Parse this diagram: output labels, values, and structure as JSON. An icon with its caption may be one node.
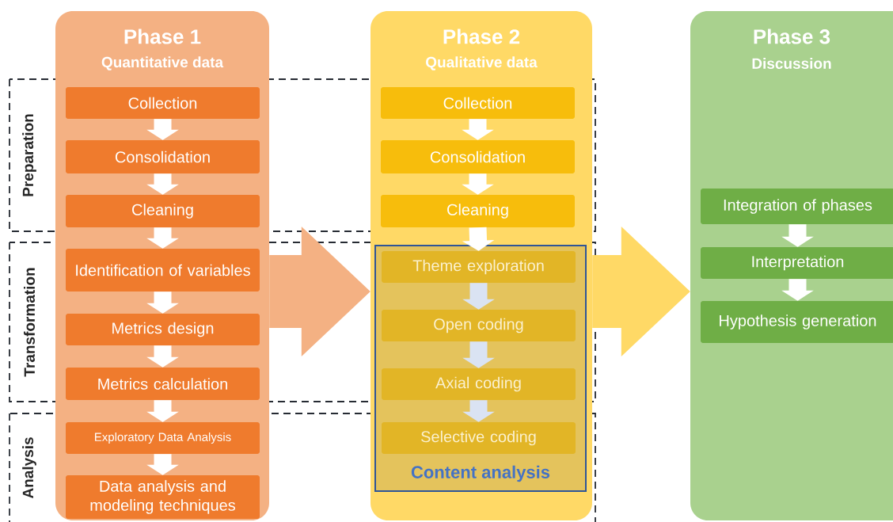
{
  "diagram": {
    "nodes": [
      {
        "text": [
          "Phase 1",
          "Quantitative data"
        ]
      },
      {
        "text": [
          "Collection"
        ],
        "in": 0
      },
      {
        "text": [
          "Consolidation"
        ],
        "in": 0
      },
      {
        "text": [
          "Cleaning"
        ],
        "in": 0
      },
      {
        "text": [
          "Identification of variables"
        ],
        "in": 0
      },
      {
        "text": [
          "Metrics design"
        ],
        "in": 0
      },
      {
        "text": [
          "Metrics calculation"
        ],
        "in": 0
      },
      {
        "text": [
          "Exploratory Data Analysis"
        ],
        "in": 0
      },
      {
        "text": [
          "Data analysis and modeling techniques"
        ],
        "in": 0
      },
      {
        "text": [
          "Phase 2",
          "Qualitative data"
        ]
      },
      {
        "text": [
          "Collection"
        ],
        "in": 9
      },
      {
        "text": [
          "Consolidation"
        ],
        "in": 9
      },
      {
        "text": [
          "Cleaning"
        ],
        "in": 9
      },
      {
        "text": [
          "Content analysis"
        ],
        "in": 9
      },
      {
        "text": [
          "Theme exploration"
        ],
        "in": 13
      },
      {
        "text": [
          "Open coding"
        ],
        "in": 13
      },
      {
        "text": [
          "Axial coding"
        ],
        "in": 13
      },
      {
        "text": [
          "Selective coding"
        ],
        "in": 13
      },
      {
        "text": [
          "Phase 3",
          "Discussion"
        ]
      },
      {
        "text": [
          "Integration of phases"
        ],
        "in": 18
      },
      {
        "text": [
          "Interpretation"
        ],
        "in": 18
      },
      {
        "text": [
          "Hypothesis generation"
        ],
        "in": 18
      }
    ],
    "labels": [
      "Preparation",
      "Transformation",
      "Analysis"
    ],
    "edges": [
      {
        "from": 1,
        "to": 2,
        "arrow": "to"
      },
      {
        "from": 2,
        "to": 3,
        "arrow": "to"
      },
      {
        "from": 3,
        "to": 4,
        "arrow": "to"
      },
      {
        "from": 4,
        "to": 5,
        "arrow": "to"
      },
      {
        "from": 5,
        "to": 6,
        "arrow": "to"
      },
      {
        "from": 6,
        "to": 7,
        "arrow": "to"
      },
      {
        "from": 7,
        "to": 8,
        "arrow": "to"
      },
      {
        "from": 10,
        "to": 11,
        "arrow": "to"
      },
      {
        "from": 11,
        "to": 12,
        "arrow": "to"
      },
      {
        "from": 12,
        "to": 14,
        "arrow": "to"
      },
      {
        "from": 14,
        "to": 15,
        "arrow": "to",
        "color": "#dae3f3"
      },
      {
        "from": 15,
        "to": 16,
        "arrow": "to",
        "color": "#dae3f3"
      },
      {
        "from": 16,
        "to": 17,
        "arrow": "to",
        "color": "#dae3f3"
      },
      {
        "from": 19,
        "to": 20,
        "arrow": "to"
      },
      {
        "from": 20,
        "to": 21,
        "arrow": "to"
      },
      {
        "from": 0,
        "to": 9,
        "arrow": "to",
        "style": "thick",
        "color": "#f4b183"
      },
      {
        "from": 9,
        "to": 18,
        "arrow": "to",
        "style": "thick",
        "color": "#ffd966"
      }
    ]
  }
}
